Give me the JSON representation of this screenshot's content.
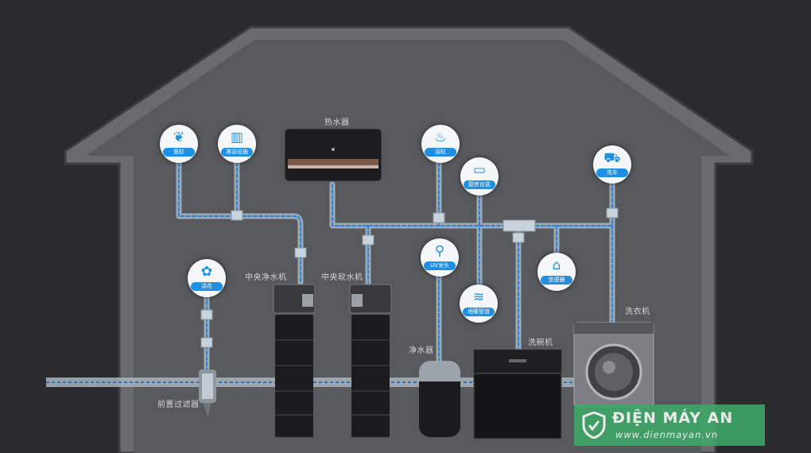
{
  "labels": {
    "water_heater": "热水器",
    "central_purifier": "中央净水机",
    "central_softener": "中央软水机",
    "purifier": "净水器",
    "dishwasher": "洗碗机",
    "washer": "洗衣机",
    "prefilter": "前置过滤器"
  },
  "bubbles": [
    {
      "icon": "fish-icon",
      "glyph": "❦",
      "text": "鱼缸"
    },
    {
      "icon": "bathtub-icon",
      "glyph": "▥",
      "text": "淋浴设施"
    },
    {
      "icon": "bath-icon",
      "glyph": "♨",
      "text": "浴缸"
    },
    {
      "icon": "basin-icon",
      "glyph": "▭",
      "text": "厨房台盆"
    },
    {
      "icon": "car-wash-icon",
      "glyph": "⛟",
      "text": "洗车"
    },
    {
      "icon": "faucet-icon",
      "glyph": "⚲",
      "text": "UV龙头"
    },
    {
      "icon": "heating-icon",
      "glyph": "≋",
      "text": "地暖管道"
    },
    {
      "icon": "toilet-icon",
      "glyph": "⌂",
      "text": "坐便器"
    },
    {
      "icon": "flower-icon",
      "glyph": "✿",
      "text": "浇花"
    }
  ],
  "watermark": {
    "brand": "ĐIỆN MÁY AN",
    "site": "www.dienmayan.vn"
  },
  "colors": {
    "background": "#2b2b2d",
    "house_fill": "#5a5b5e",
    "pipe": "#9fb0c0",
    "accent": "#1e8fe3",
    "watermark": "#3ea868"
  }
}
